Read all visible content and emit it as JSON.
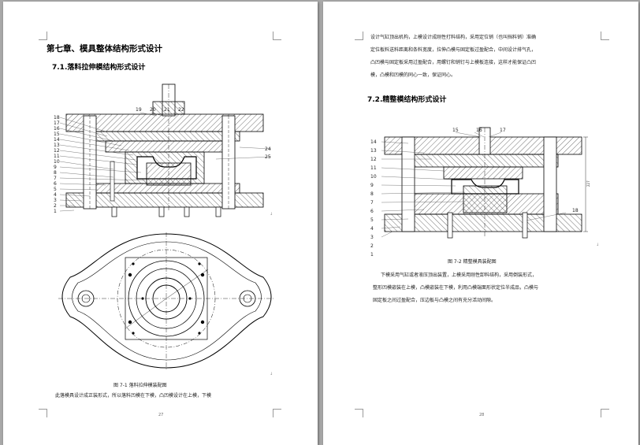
{
  "page1": {
    "chapter_title": "第七章、模具整体结构形式设计",
    "section_title": "7.1.落料拉伸模结构形式设计",
    "figure_caption": "图 7-1    落料拉伸模装配图",
    "body_text": "此落模具设计成正装形式，所以落料凹模在下模，凸凹模设计在上模，下模",
    "page_number": "27",
    "leader_labels": [
      "18",
      "17",
      "16",
      "15",
      "14",
      "13",
      "12",
      "11",
      "10",
      "9",
      "8",
      "7",
      "6",
      "5",
      "4",
      "3",
      "2",
      "1"
    ],
    "top_labels": [
      "19",
      "20",
      "21",
      "22"
    ],
    "right_labels": [
      "24",
      "25"
    ]
  },
  "page2": {
    "body_lines": [
      "设计气缸顶出机构，上模设计成刚性打料结构，采用定位销（也叫挡料销）准确",
      "定位板料送料距离和条料宽度，拉伸凸模与固定板过盈配合，中间设计排气孔，",
      "凸凹模与固定板采用过盈配合，用螺钉和销钉与上模板连接，这样才能保证凸凹",
      "模，凸模和凹模的同心一致，保证同心。"
    ],
    "section_title": "7.2.精整模结构形式设计",
    "figure_caption": "图 7-2    精整模具装配图",
    "paragraph": [
      "下模采用气缸或者液压顶出装置，上模采用刚性卸料结构，采用倒装形式，",
      "整形凹模嵌装在上模，凸模嵌装在下模，利用凸模端面形状定位半成品，凸模与",
      "固定板之间过盈配合，压边板与凸模之间有充分活动间隙。"
    ],
    "page_number": "28",
    "leader_labels": [
      "14",
      "13",
      "12",
      "11",
      "10",
      "9",
      "8",
      "7",
      "6",
      "5",
      "4",
      "3",
      "2",
      "1"
    ],
    "top_labels": [
      "15",
      "16",
      "17"
    ],
    "side_label": "18",
    "dimension_label": "227"
  },
  "colors": {
    "background": "#a9a9a9",
    "page": "#ffffff",
    "ink": "#000000",
    "hatch": "#333333"
  }
}
